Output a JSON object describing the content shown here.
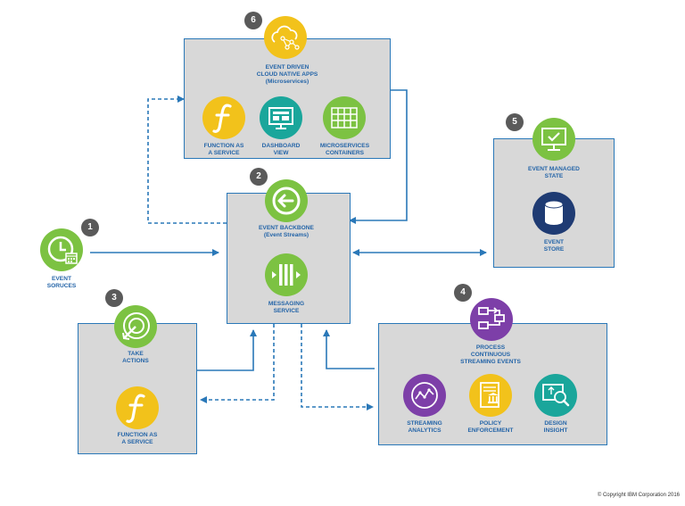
{
  "colors": {
    "box_fill": "#d8d8d8",
    "box_border": "#2a78b8",
    "arrow": "#2a78b8",
    "label": "#2565a8",
    "green": "#7cc242",
    "yellow": "#f2c21b",
    "teal": "#1aa69b",
    "purple": "#7d3fa8",
    "navy": "#1f3b73",
    "badge": "#5a5a5a"
  },
  "badges": [
    "1",
    "2",
    "3",
    "4",
    "5",
    "6"
  ],
  "nodes": {
    "event_driven_apps": "EVENT DRIVEN\nCLOUD NATIVE APPS\n(Microservices)",
    "function_as_service_top": "FUNCTION AS\nA SERVICE",
    "dashboard_view": "DASHBOARD\nVIEW",
    "microservices_containers": "MICROSERVICES\nCONTAINERS",
    "event_backbone": "EVENT BACKBONE\n(Event Streams)",
    "messaging_service": "MESSAGING\nSERVICE",
    "event_sources": "EVENT\nSORUCES",
    "take_actions": "TAKE\nACTIONS",
    "function_as_service_bottom": "FUNCTION AS\nA SERVICE",
    "event_managed_state": "EVENT MANAGED\nSTATE",
    "event_store": "EVENT\nSTORE",
    "process_streaming": "PROCESS\nCONTINUOUS\nSTREAMING EVENTS",
    "streaming_analytics": "STREAMING\nANALYTICS",
    "policy_enforcement": "POLICY\nENFORCEMENT",
    "design_insight": "DESIGN\nINSIGHT"
  },
  "icons": {
    "event_driven_apps": "cloud-network-icon",
    "function_top": "function-icon",
    "dashboard": "dashboard-icon",
    "microservices": "containers-icon",
    "backbone": "back-arrow-icon",
    "messaging": "messaging-icon",
    "sources": "clock-calendar-icon",
    "actions": "target-arrow-icon",
    "function_bottom": "function-icon",
    "managed_state": "monitor-check-icon",
    "store": "database-icon",
    "process": "flow-process-icon",
    "analytics": "analytics-icon",
    "policy": "policy-document-icon",
    "insight": "design-insight-icon"
  },
  "copyright": "© Copyright IBM Corporation 2016"
}
